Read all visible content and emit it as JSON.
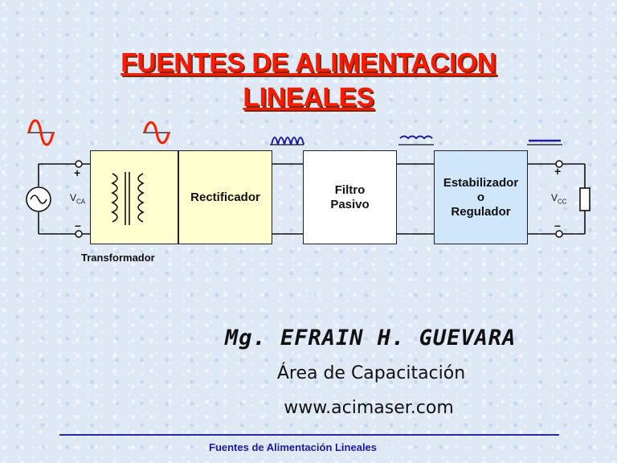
{
  "title": {
    "line1": "FUENTES DE ALIMENTACION",
    "line2": "LINEALES"
  },
  "diagram": {
    "blocks": {
      "transformer_label": "Transformador",
      "rectifier": "Rectificador",
      "filter_line1": "Filtro",
      "filter_line2": "Pasivo",
      "regulator_line1": "Estabilizador",
      "regulator_line2": "o",
      "regulator_line3": "Regulador"
    },
    "input": {
      "plus": "+",
      "minus": "–",
      "voltage_main": "V",
      "voltage_sub": "CA"
    },
    "output": {
      "plus": "+",
      "minus": "–",
      "voltage_main": "V",
      "voltage_sub": "CC"
    },
    "waveform_icons": [
      "sine-wave-icon",
      "sine-wave-icon",
      "rectified-wave-icon",
      "ripple-wave-icon",
      "dc-level-icon"
    ],
    "colors": {
      "title": "#ff1a00",
      "waveform": "#ff2200",
      "rectified": "#1a1aa0",
      "block_yellow": "#ffffcf",
      "block_blue": "#cfe6fb"
    }
  },
  "author": "Mg. EFRAIN H. GUEVARA",
  "area": "Área de Capacitación",
  "website": "www.acimaser.com",
  "footer": "Fuentes de Alimentación Lineales"
}
